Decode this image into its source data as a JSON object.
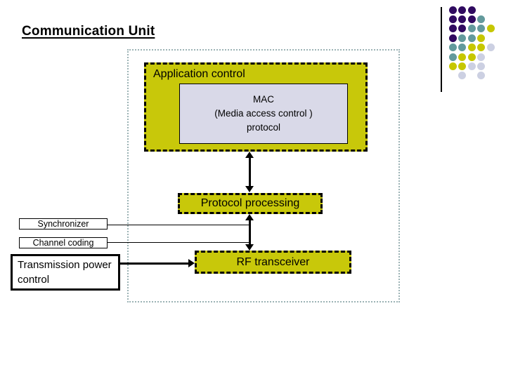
{
  "slide_title": "Communication Unit",
  "boxes": {
    "application_control": "Application control",
    "mac_line1": "MAC",
    "mac_line2": "(Media access control )",
    "mac_line3": "protocol",
    "protocol_processing": "Protocol processing",
    "rf_transceiver": "RF transceiver",
    "synchronizer": "Synchronizer",
    "channel_coding": "Channel coding",
    "transmission_power_control": "Transmission power control"
  },
  "colors": {
    "box_fill": "#c8c80a",
    "mac_fill": "#d9d9e8",
    "frame_border": "#9cb3b5",
    "dot_purple": "#300a60",
    "dot_teal": "#639a9c",
    "dot_yellow": "#c6c700",
    "dot_lavender": "#ccd0e2"
  },
  "decoration": {
    "dot_rows": [
      "PPP..",
      "PPPT.",
      "PPTTY",
      "PTTY.",
      "TTYYL",
      "TYYL.",
      "YYLL.",
      ".L.L."
    ]
  }
}
